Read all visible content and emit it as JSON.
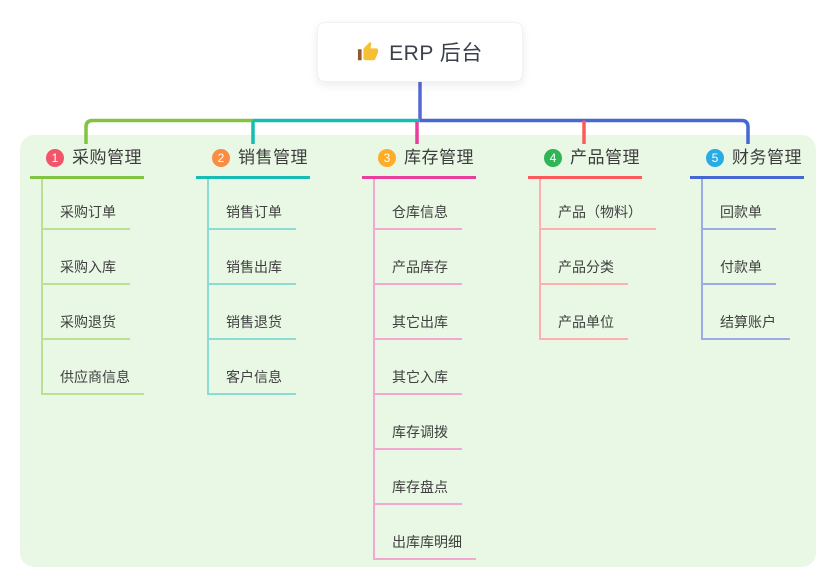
{
  "canvas": {
    "background": "#ffffff",
    "panel_background": "#e9f7e5",
    "text_color": "#3c3c3c"
  },
  "root": {
    "label": "ERP 后台",
    "icon": "thumbs-up-icon",
    "icon_hand_color": "#f5c033",
    "icon_cuff_color": "#8d5b2e",
    "connector_color": "#5569d6"
  },
  "branches": [
    {
      "number": "1",
      "label": "采购管理",
      "badge_color": "#f2556a",
      "line_color": "#82c341",
      "light_color": "#bcdf96",
      "children": [
        "采购订单",
        "采购入库",
        "采购退货",
        "供应商信息"
      ]
    },
    {
      "number": "2",
      "label": "销售管理",
      "badge_color": "#fa8c44",
      "line_color": "#17bdb2",
      "light_color": "#8cdcd5",
      "children": [
        "销售订单",
        "销售出库",
        "销售退货",
        "客户信息"
      ]
    },
    {
      "number": "3",
      "label": "库存管理",
      "badge_color": "#ffad26",
      "line_color": "#e83e9e",
      "light_color": "#f3a7d1",
      "children": [
        "仓库信息",
        "产品库存",
        "其它出库",
        "其它入库",
        "库存调拨",
        "库存盘点",
        "出库库明细"
      ]
    },
    {
      "number": "4",
      "label": "产品管理",
      "badge_color": "#2fb456",
      "line_color": "#fb5b5c",
      "light_color": "#fdb0ae",
      "children": [
        "产品（物料）",
        "产品分类",
        "产品单位"
      ]
    },
    {
      "number": "5",
      "label": "财务管理",
      "badge_color": "#28ace5",
      "line_color": "#4767d2",
      "light_color": "#9cabe4",
      "children": [
        "回款单",
        "付款单",
        "结算账户"
      ]
    }
  ]
}
